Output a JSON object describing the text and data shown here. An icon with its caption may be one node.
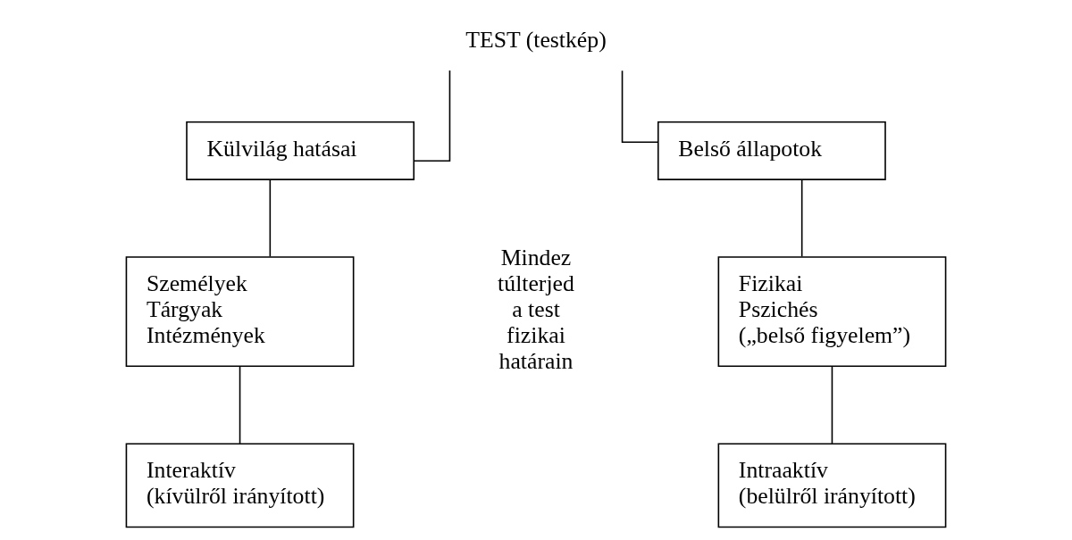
{
  "diagram": {
    "nodes": [
      {
        "text": [
          "TEST (testkép)"
        ]
      },
      {
        "text": [
          "Külvilág hatásai"
        ]
      },
      {
        "text": [
          "Belső állapotok"
        ]
      },
      {
        "text": [
          "Személyek",
          "Tárgyak",
          "Intézmények"
        ]
      },
      {
        "text": [
          "Fizikai",
          "Pszichés",
          "(„belső figyelem”)"
        ]
      },
      {
        "text": [
          "Interaktív",
          "(kívülről irányított)"
        ]
      },
      {
        "text": [
          "Intraaktív",
          "(belülről irányított)"
        ]
      }
    ],
    "edges": [
      {
        "from": 0,
        "to": 1,
        "arrow": "none"
      },
      {
        "from": 0,
        "to": 2,
        "arrow": "none"
      },
      {
        "from": 1,
        "to": 3,
        "arrow": "none"
      },
      {
        "from": 3,
        "to": 5,
        "arrow": "none"
      },
      {
        "from": 2,
        "to": 4,
        "arrow": "none"
      },
      {
        "from": 4,
        "to": 6,
        "arrow": "none"
      }
    ],
    "labels": [
      "Mindez túlterjed a test fizikai határain"
    ]
  }
}
